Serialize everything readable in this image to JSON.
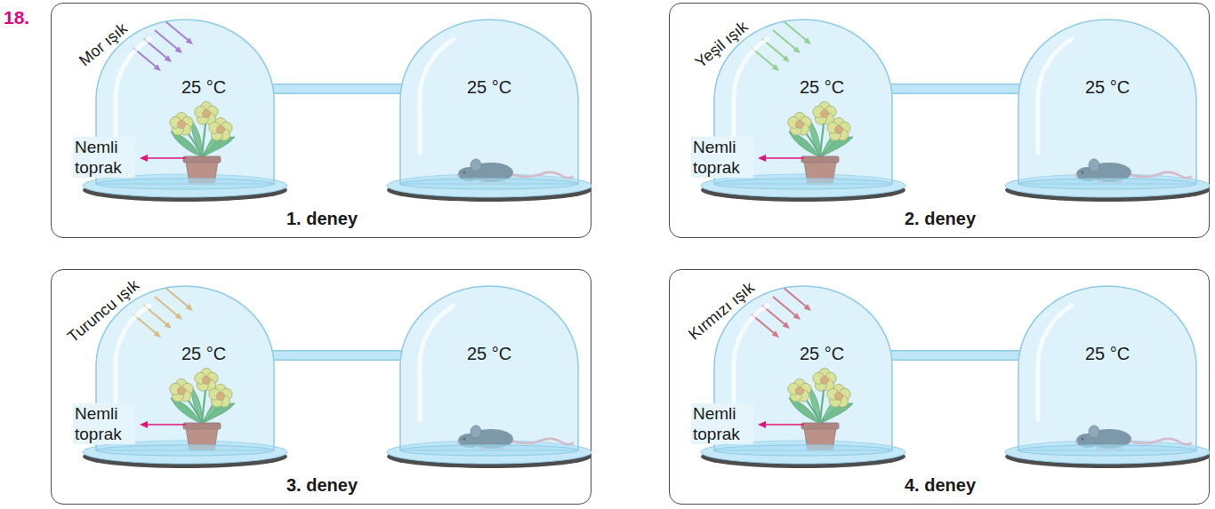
{
  "diagram": {
    "nodes": [
      {
        "text": [
          "Mor ışık",
          "Nemli toprak",
          "1. deney"
        ]
      },
      {
        "text": [
          "25 °C"
        ],
        "in": 0
      },
      {
        "text": [
          "25 °C"
        ],
        "in": 0
      },
      {
        "text": [
          "Yeşil ışık",
          "Nemli toprak",
          "2. deney"
        ]
      },
      {
        "text": [
          "25 °C"
        ],
        "in": 3
      },
      {
        "text": [
          "25 °C"
        ],
        "in": 3
      },
      {
        "text": [
          "Turuncu ışık",
          "Nemli toprak",
          "3. deney"
        ]
      },
      {
        "text": [
          "25 °C"
        ],
        "in": 6
      },
      {
        "text": [
          "25 °C"
        ],
        "in": 6
      },
      {
        "text": [
          "Kırmızı ışık",
          "Nemli toprak",
          "4. deney"
        ]
      },
      {
        "text": [
          "25 °C"
        ],
        "in": 9
      },
      {
        "text": [
          "25 °C"
        ],
        "in": 9
      }
    ],
    "edges": [
      {
        "from": 1,
        "to": 2,
        "arrow": "none"
      },
      {
        "from": 4,
        "to": 5,
        "arrow": "none"
      },
      {
        "from": 7,
        "to": 8,
        "arrow": "none"
      },
      {
        "from": 10,
        "to": 11,
        "arrow": "none"
      }
    ],
    "labels": [
      "18."
    ]
  }
}
